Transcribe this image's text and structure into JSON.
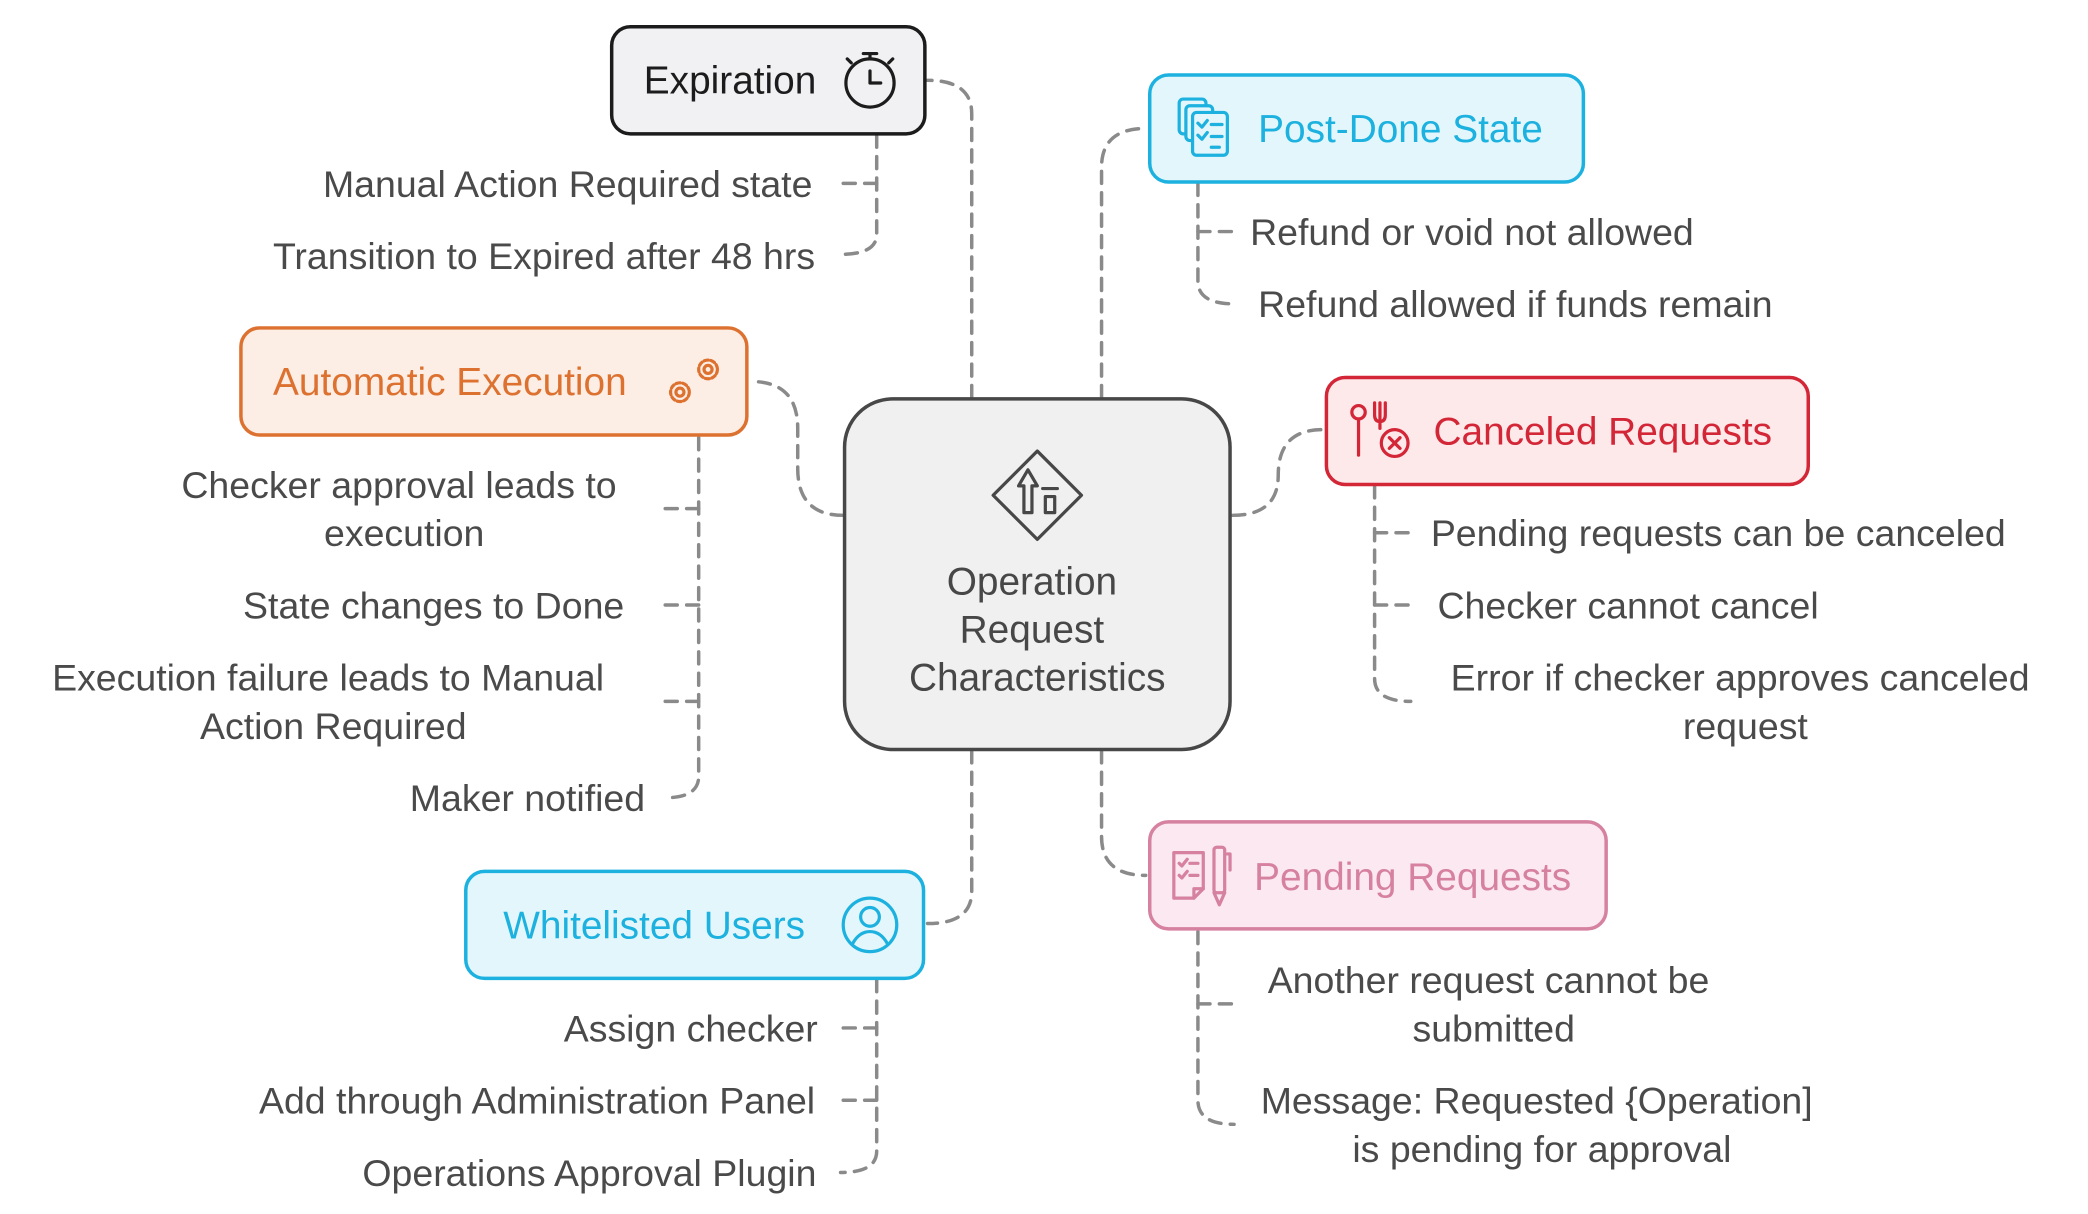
{
  "diagram": {
    "center": {
      "lines": [
        "Operation",
        "Request",
        "Characteristics"
      ],
      "icon": "diamond-upload-sign-icon"
    },
    "colors": {
      "connector": "#8a8a8a",
      "text": "#4a4a4a",
      "center_fill": "#f0f0f0",
      "center_stroke": "#474747"
    },
    "nodes": {
      "expiration": {
        "label": "Expiration",
        "icon": "stopwatch-icon",
        "fill": "#f1f1f3",
        "stroke": "#1c1c1c",
        "text_color": "#1c1c1c",
        "items": [
          "Manual Action Required state",
          "Transition to Expired after 48 hrs"
        ]
      },
      "post_done": {
        "label": "Post-Done State",
        "icon": "checklist-stack-icon",
        "fill": "#e3f6fc",
        "stroke": "#1cb1df",
        "text_color": "#1cb1df",
        "items": [
          "Refund or void not allowed",
          "Refund allowed if funds remain"
        ]
      },
      "automatic_execution": {
        "label": "Automatic Execution",
        "icon": "gears-icon",
        "fill": "#fdeee5",
        "stroke": "#dd7130",
        "text_color": "#dd7130",
        "items": [
          [
            "Checker approval leads to",
            "execution"
          ],
          [
            "State changes to Done"
          ],
          [
            "Execution failure leads to Manual",
            "Action Required"
          ],
          [
            "Maker notified"
          ]
        ]
      },
      "canceled_requests": {
        "label": "Canceled Requests",
        "icon": "fork-cancel-icon",
        "fill": "#fde8ea",
        "stroke": "#d32636",
        "text_color": "#d32636",
        "items": [
          [
            "Pending requests can be canceled"
          ],
          [
            "Checker cannot cancel"
          ],
          [
            "Error if checker approves canceled",
            "request"
          ]
        ]
      },
      "pending_requests": {
        "label": "Pending Requests",
        "icon": "checklist-pen-icon",
        "fill": "#fce8f1",
        "stroke": "#d5819f",
        "text_color": "#d5819f",
        "items": [
          [
            "Another request cannot be",
            "submitted"
          ],
          [
            "Message: Requested {Operation]",
            "is pending for approval"
          ]
        ]
      },
      "whitelisted_users": {
        "label": "Whitelisted Users",
        "icon": "user-circle-icon",
        "fill": "#e3f6fc",
        "stroke": "#1cb1df",
        "text_color": "#1cb1df",
        "items": [
          "Assign checker",
          "Add through Administration Panel",
          "Operations Approval Plugin"
        ]
      }
    }
  }
}
